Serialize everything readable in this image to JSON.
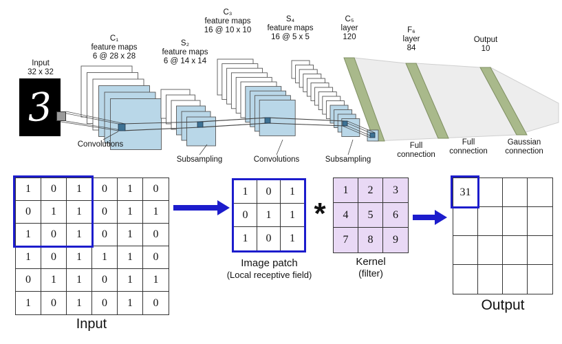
{
  "architecture": {
    "digit": "3",
    "input": {
      "line1": "Input",
      "line2": "32 x 32"
    },
    "c1": {
      "line1": "C₁",
      "line2": "feature maps",
      "line3": "6 @ 28 x 28"
    },
    "s2": {
      "line1": "S₂",
      "line2": "feature maps",
      "line3": "6 @ 14 x 14"
    },
    "c3": {
      "line1": "C₃",
      "line2": "feature maps",
      "line3": "16 @ 10 x 10"
    },
    "s4": {
      "line1": "S₄",
      "line2": "feature maps",
      "line3": "16 @ 5 x 5"
    },
    "c5": {
      "line1": "C₅",
      "line2": "layer",
      "line3": "120"
    },
    "f6": {
      "line1": "F₆",
      "line2": "layer",
      "line3": "84"
    },
    "out": {
      "line1": "Output",
      "line2": "10"
    },
    "ops": {
      "conv1": "Convolutions",
      "sub1": "Subsampling",
      "conv2": "Convolutions",
      "sub2": "Subsampling",
      "full1_line1": "Full",
      "full1_line2": "connection",
      "full2_line1": "Full",
      "full2_line2": "connection",
      "gauss_line1": "Gaussian",
      "gauss_line2": "connection"
    }
  },
  "convolution": {
    "input_grid": {
      "label": "Input",
      "values": [
        [
          "1",
          "0",
          "1",
          "0",
          "1",
          "0"
        ],
        [
          "0",
          "1",
          "1",
          "0",
          "1",
          "1"
        ],
        [
          "1",
          "0",
          "1",
          "0",
          "1",
          "0"
        ],
        [
          "1",
          "0",
          "1",
          "1",
          "1",
          "0"
        ],
        [
          "0",
          "1",
          "1",
          "0",
          "1",
          "1"
        ],
        [
          "1",
          "0",
          "1",
          "0",
          "1",
          "0"
        ]
      ]
    },
    "patch_grid": {
      "label": "Image patch",
      "sublabel": "(Local receptive field)",
      "values": [
        [
          "1",
          "0",
          "1"
        ],
        [
          "0",
          "1",
          "1"
        ],
        [
          "1",
          "0",
          "1"
        ]
      ]
    },
    "operator": "*",
    "kernel_grid": {
      "label": "Kernel",
      "sublabel": "(filter)",
      "values": [
        [
          "1",
          "2",
          "3"
        ],
        [
          "4",
          "5",
          "6"
        ],
        [
          "7",
          "8",
          "9"
        ]
      ]
    },
    "output_grid": {
      "label": "Output",
      "values": [
        [
          "31",
          "",
          "",
          ""
        ],
        [
          "",
          "",
          "",
          ""
        ],
        [
          "",
          "",
          "",
          ""
        ],
        [
          "",
          "",
          "",
          ""
        ]
      ]
    }
  },
  "colors": {
    "highlight_blue": "#1c1ccc",
    "map_blue": "#b9d7e8",
    "map_blue_dark": "#3d7294",
    "kernel_purple": "#e9d9f5",
    "bar_green": "#a9b98b",
    "sheet_gray": "#ededed"
  }
}
